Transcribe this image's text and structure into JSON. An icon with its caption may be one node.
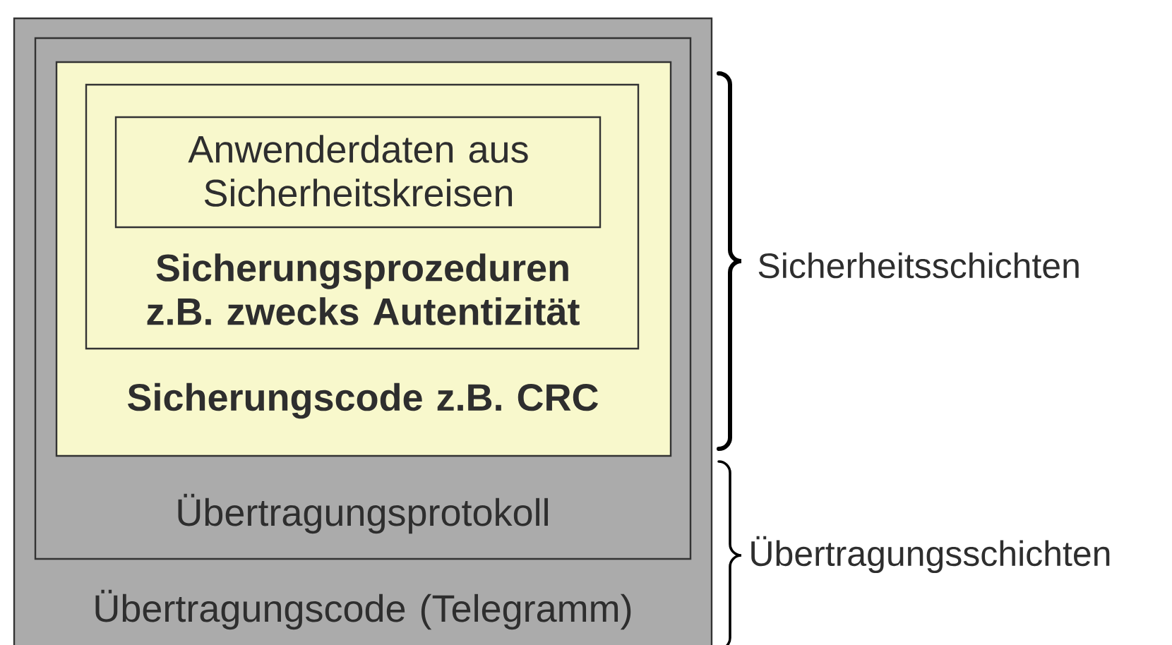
{
  "diagram": {
    "nodes": [
      {
        "text": [
          "Übertragungscode (Telegramm)"
        ]
      },
      {
        "text": [
          "Übertragungsprotokoll"
        ],
        "in": 0
      },
      {
        "text": [
          "Sicherungscode z.B. CRC"
        ],
        "in": 1
      },
      {
        "text": [
          "Sicherungsprozeduren z.B. zwecks Autentizität"
        ],
        "in": 2
      },
      {
        "text": [
          "Anwenderdaten aus Sicherheitskreisen"
        ],
        "in": 3
      }
    ],
    "labels": [
      "Sicherheitsschichten",
      "Übertragungsschichten"
    ]
  }
}
